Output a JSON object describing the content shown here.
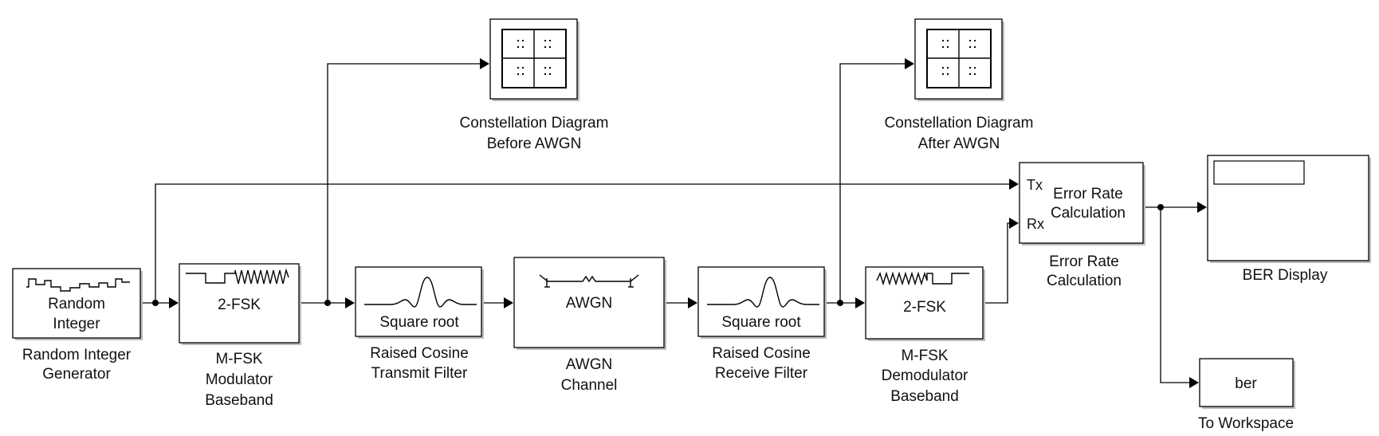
{
  "blocks": {
    "random_integer": {
      "inner": [
        "Random",
        "Integer"
      ],
      "label": [
        "Random Integer",
        "Generator"
      ]
    },
    "mfsk_mod": {
      "inner": "2-FSK",
      "label": [
        "M-FSK",
        "Modulator",
        "Baseband"
      ]
    },
    "tx_filter": {
      "inner": "Square root",
      "label": [
        "Raised Cosine",
        "Transmit Filter"
      ]
    },
    "awgn": {
      "inner": "AWGN",
      "label": [
        "AWGN",
        "Channel"
      ]
    },
    "rx_filter": {
      "inner": "Square root",
      "label": [
        "Raised Cosine",
        "Receive Filter"
      ]
    },
    "mfsk_demod": {
      "inner": "2-FSK",
      "label": [
        "M-FSK",
        "Demodulator",
        "Baseband"
      ]
    },
    "const_before": {
      "label": [
        "Constellation Diagram",
        "Before AWGN"
      ]
    },
    "const_after": {
      "label": [
        "Constellation Diagram",
        "After AWGN"
      ]
    },
    "error_rate": {
      "inner": [
        "Error Rate",
        "Calculation"
      ],
      "ports": [
        "Tx",
        "Rx"
      ],
      "label": [
        "Error Rate",
        "Calculation"
      ]
    },
    "ber_display": {
      "label": "BER Display"
    },
    "to_workspace": {
      "inner": "ber",
      "label": "To Workspace"
    }
  }
}
